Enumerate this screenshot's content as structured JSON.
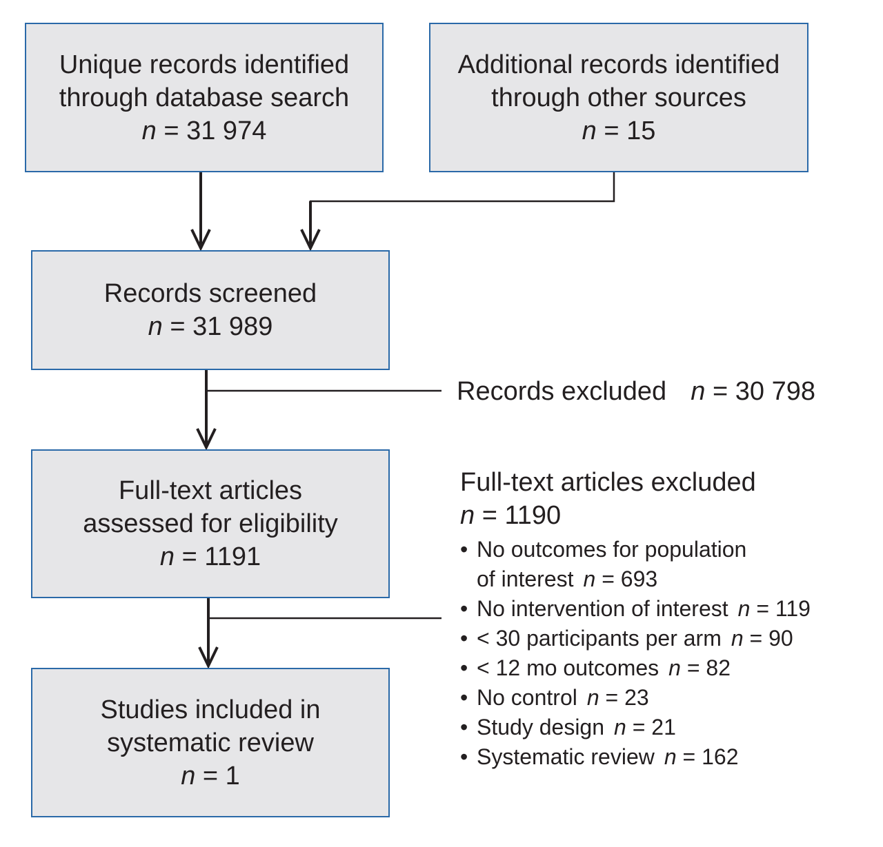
{
  "boxes": {
    "identified_db": {
      "lines": [
        "Unique records identified",
        "through database search"
      ],
      "n_label": "n",
      "eq": "=",
      "count": "31 974"
    },
    "identified_other": {
      "lines": [
        "Additional records identified",
        "through other sources"
      ],
      "n_label": "n",
      "eq": "=",
      "count": "15"
    },
    "screened": {
      "lines": [
        "Records screened"
      ],
      "n_label": "n",
      "eq": "=",
      "count": "31 989"
    },
    "fulltext": {
      "lines": [
        "Full-text articles",
        "assessed for eligibility"
      ],
      "n_label": "n",
      "eq": "=",
      "count": "1191"
    },
    "included": {
      "lines": [
        "Studies included in",
        "systematic review"
      ],
      "n_label": "n",
      "eq": "=",
      "count": "1"
    }
  },
  "records_excluded": {
    "label": "Records excluded",
    "n_label": "n",
    "eq": "=",
    "count": "30 798"
  },
  "fulltext_excluded": {
    "title": "Full-text articles excluded",
    "n_label": "n",
    "eq": "=",
    "count": "1190",
    "bullet": "•",
    "reasons": [
      {
        "line1": "No outcomes for population",
        "line2": "of interest",
        "count": "693"
      },
      {
        "line1": "No intervention of interest",
        "count": "119"
      },
      {
        "line1": "< 30 participants per arm",
        "count": "90"
      },
      {
        "line1": "< 12 mo outcomes",
        "count": "82"
      },
      {
        "line1": "No control",
        "count": "23"
      },
      {
        "line1": "Study design",
        "count": "21"
      },
      {
        "line1": "Systematic review",
        "count": "162"
      }
    ]
  },
  "colors": {
    "box_fill": "#e6e6e8",
    "box_border": "#2a69a8",
    "line": "#231f20"
  }
}
